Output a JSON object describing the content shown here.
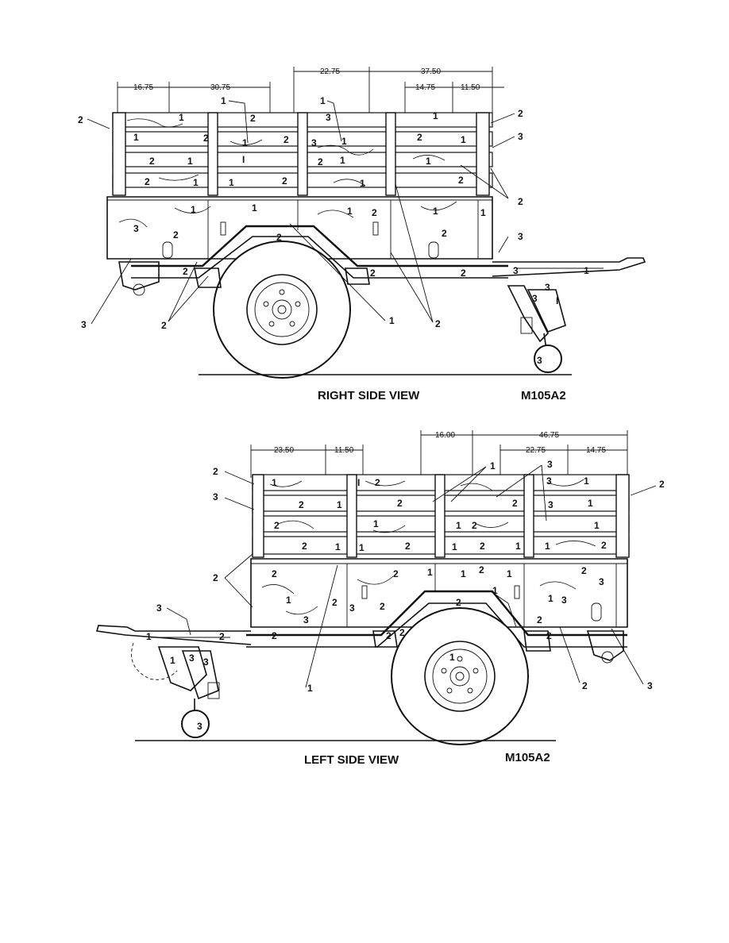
{
  "right_view": {
    "caption": "RIGHT SIDE VIEW",
    "model": "M105A2",
    "dimensions": [
      "16.75",
      "30.75",
      "22.75",
      "37.50",
      "14.75",
      "11.50"
    ]
  },
  "left_view": {
    "caption": "LEFT SIDE VIEW",
    "model": "M105A2",
    "dimensions": [
      "23.50",
      "11.50",
      "16.00",
      "46.75",
      "22.75",
      "14.75"
    ]
  },
  "color_codes": [
    "1",
    "2",
    "3"
  ]
}
